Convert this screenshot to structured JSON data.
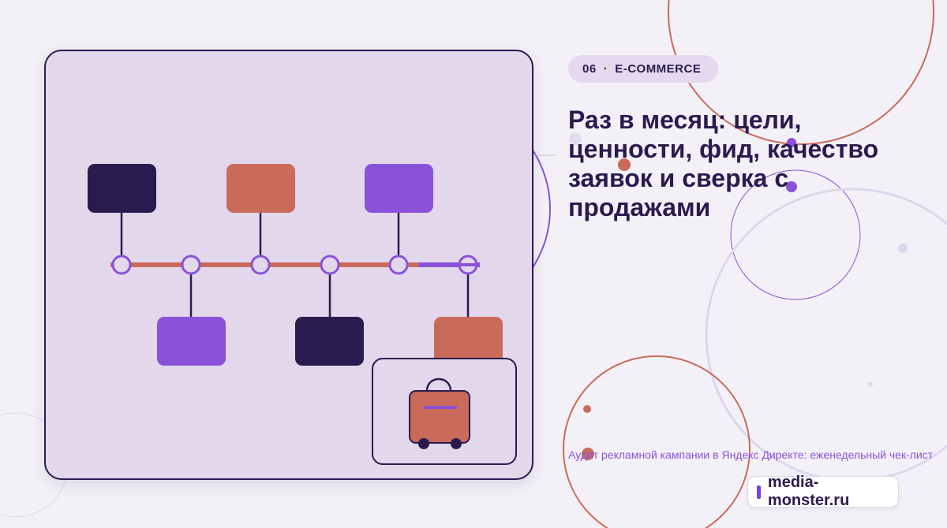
{
  "badge": {
    "number": "06",
    "separator": "·",
    "category": "E-COMMERCE"
  },
  "title": "Раз в месяц: цели, ценности, фид, качество заявок и сверка с продажами",
  "subtitle": "Аудит рекламной кампании в Яндекс Директе: еженедельный чек-лист",
  "site": {
    "label": "media-monster.ru"
  },
  "colors": {
    "background": "#f3f1f7",
    "card": "#e3d7ec",
    "dark": "#2a1b4f",
    "coral": "#c96a5b",
    "violet": "#8a52d8",
    "accent": "#7a3fe0"
  },
  "illustration": {
    "type": "timeline-diagram",
    "blocks_top": [
      "dark",
      "coral",
      "violet"
    ],
    "blocks_bottom": [
      "violet",
      "dark",
      "coral"
    ],
    "node_count": 6,
    "inset_icon": "shopping-bag-icon"
  }
}
